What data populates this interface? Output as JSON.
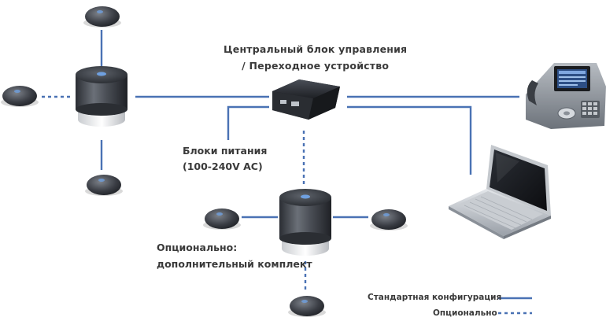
{
  "labels": {
    "hub_line1": "Центральный блок управления",
    "hub_line2": "/ Переходное устройство",
    "psu_line1": "Блоки питания",
    "psu_line2": "(100-240V AC)",
    "optional_line1": "Опционально:",
    "optional_line2": "дополнительный комплект"
  },
  "legend": {
    "standard": "Стандартная конфигурация",
    "optional": "Опционально"
  },
  "colors": {
    "line": "#4a72b4",
    "text": "#3a3a3a"
  },
  "icons": {
    "speaker": "conference-speaker-icon",
    "mic": "satellite-microphone-icon",
    "hub": "central-hub-icon",
    "phone": "desk-phone-icon",
    "laptop": "laptop-icon"
  }
}
